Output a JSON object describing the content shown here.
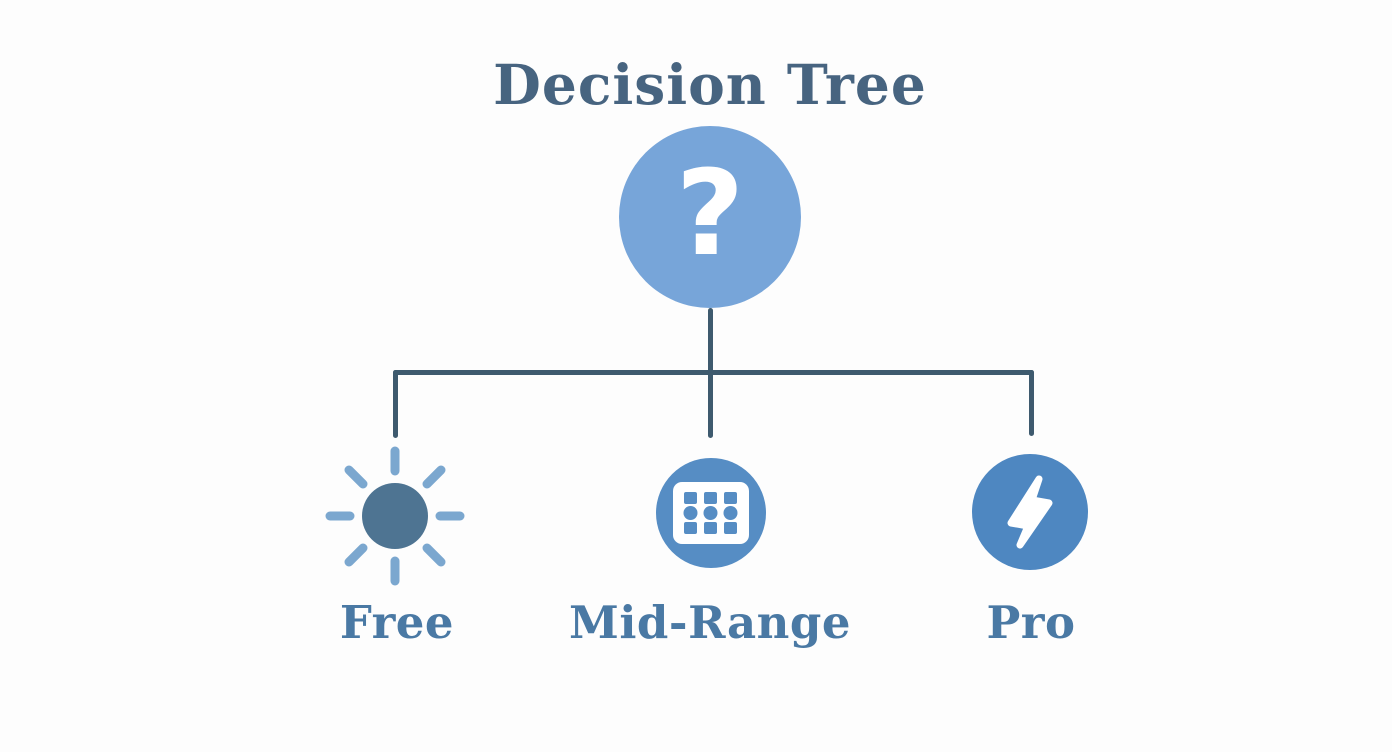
{
  "title": "Decision Tree",
  "root": {
    "symbol": "?",
    "icon": "question-mark-icon"
  },
  "branches": [
    {
      "id": "free",
      "label": "Free",
      "icon": "sun-icon"
    },
    {
      "id": "mid-range",
      "label": "Mid-Range",
      "icon": "grid-keypad-icon"
    },
    {
      "id": "pro",
      "label": "Pro",
      "icon": "lightning-bolt-icon"
    }
  ],
  "colors": {
    "background": "#fdfdfd",
    "title_text": "#476480",
    "label_text": "#4a79a4",
    "connector": "#3e5a6e",
    "root_circle": "#77a5d9",
    "root_symbol": "#ffffff",
    "sun_core": "#4e7492",
    "sun_rays": "#7ba7cf",
    "grid_circle": "#568dc4",
    "lightning_circle": "#4e87c1",
    "icon_glyph": "#ffffff"
  }
}
